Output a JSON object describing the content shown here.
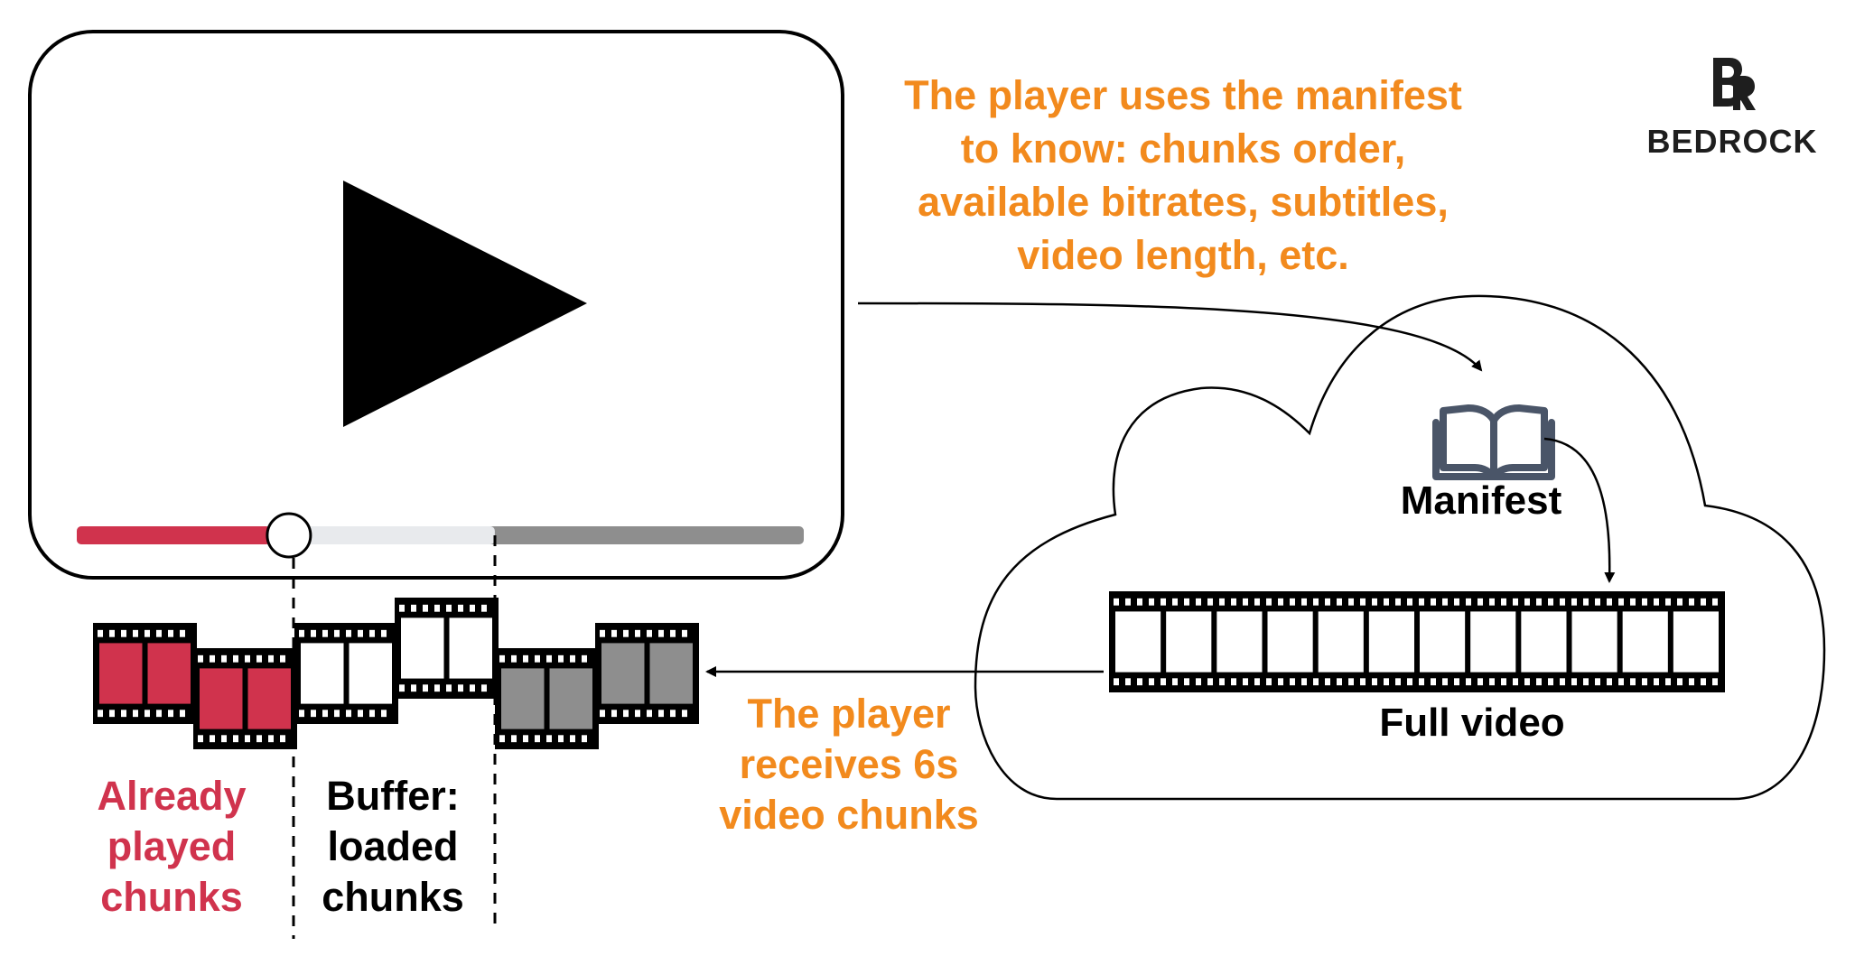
{
  "annotations": {
    "manifest_note": [
      "The player uses the manifest",
      "to know: chunks order,",
      "available bitrates, subtitles,",
      "video length, etc."
    ],
    "receive_note": [
      "The player",
      "receives 6s",
      "video chunks"
    ]
  },
  "legend": {
    "already_played": [
      "Already",
      "played",
      "chunks"
    ],
    "buffer": [
      "Buffer:",
      "loaded",
      "chunks"
    ]
  },
  "cloud": {
    "manifest_label": "Manifest",
    "full_video_label": "Full video"
  },
  "brand": {
    "name": "BEDROCK"
  },
  "player": {
    "played_fraction": 0.267,
    "buffered_fraction": 0.575
  },
  "colors": {
    "orange": "#f28a1d",
    "played": "#d0334d",
    "buffer_track": "#e8eaed",
    "unloaded": "#8e8e8e",
    "manifest_icon": "#4a5568"
  },
  "icons": [
    "play-icon",
    "book-icon",
    "film-strip-icon"
  ]
}
